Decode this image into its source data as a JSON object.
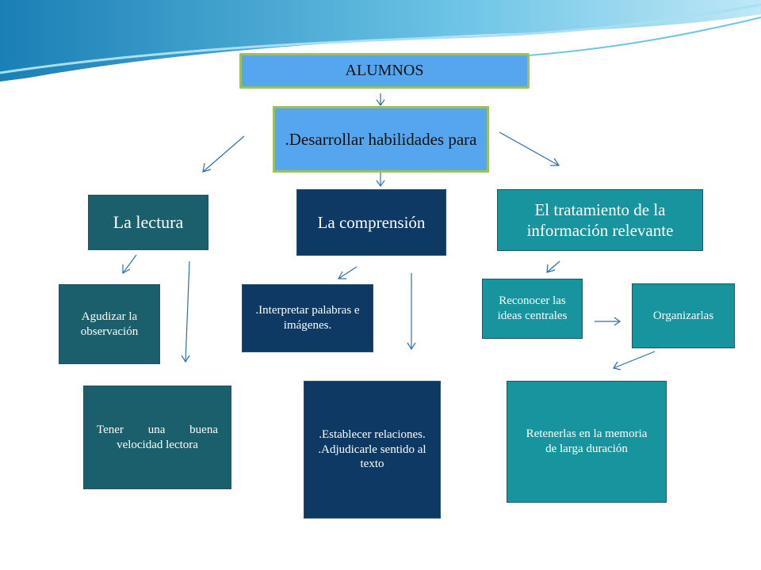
{
  "diagram": {
    "root": {
      "label": "ALUMNOS"
    },
    "purpose": {
      "label": ".Desarrollar habilidades para"
    },
    "branches": {
      "lectura": {
        "label": "La lectura",
        "children": [
          {
            "label": "Agudizar la observación"
          },
          {
            "label": "Tener una buena velocidad lectora"
          }
        ]
      },
      "comprension": {
        "label": "La comprensión",
        "children": [
          {
            "label": ".Interpretar palabras e imágenes."
          },
          {
            "label": ".Establecer relaciones. .Adjudicarle sentido al texto"
          }
        ]
      },
      "tratamiento": {
        "label": "El tratamiento de la información relevante",
        "children": [
          {
            "label": "Reconocer las ideas centrales"
          },
          {
            "label": "Organizarlas"
          },
          {
            "label": "Retenerlas en la memoria de larga duración"
          }
        ]
      }
    },
    "colors": {
      "top_boxes": "#55a6ee",
      "top_border": "#9cc05a",
      "lectura": "#1a5f6b",
      "comprension": "#0d3964",
      "tratamiento": "#17949e",
      "arrows": "#2f6fa6"
    }
  }
}
